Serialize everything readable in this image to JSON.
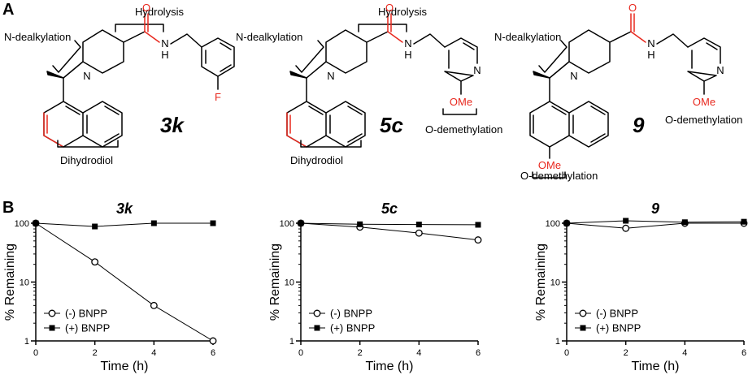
{
  "panel_a": {
    "letter": "A",
    "structures": [
      {
        "compound": "3k",
        "labels": {
          "hydrolysis": "Hydrolysis",
          "ndealk": "N-dealkylation",
          "diol": "Dihydrodiol"
        },
        "atoms": {
          "n_pip": "N",
          "o_amide": "O",
          "n_amide": "N",
          "h_amide": "H",
          "f": "F"
        }
      },
      {
        "compound": "5c",
        "labels": {
          "hydrolysis": "Hydrolysis",
          "ndealk": "N-dealkylation",
          "diol": "Dihydrodiol",
          "odem": "O-demethylation"
        },
        "atoms": {
          "n_pip": "N",
          "o_amide": "O",
          "n_amide": "N",
          "h_amide": "H",
          "n_pyr": "N",
          "ome": "OMe"
        }
      },
      {
        "compound": "9",
        "labels": {
          "ndealk": "N-dealkylation",
          "odem_pyr": "O-demethylation",
          "odem_nap": "O-demethylation"
        },
        "atoms": {
          "n_pip": "N",
          "o_amide": "O",
          "n_amide": "N",
          "h_amide": "H",
          "n_pyr": "N",
          "ome_pyr": "OMe",
          "ome_nap": "OMe"
        }
      }
    ]
  },
  "panel_b": {
    "letter": "B"
  },
  "colors": {
    "red": "#e8281e",
    "black": "#000000"
  },
  "chart_data": [
    {
      "type": "line",
      "title": "3k",
      "xlabel": "Time (h)",
      "ylabel": "% Remaining",
      "yscale": "log",
      "xlim": [
        0,
        6
      ],
      "ylim": [
        1,
        100
      ],
      "xticks": [
        "0",
        "2",
        "4",
        "6"
      ],
      "yticks": [
        "1",
        "10",
        "100"
      ],
      "legend": [
        "(-) BNPP",
        "(+) BNPP"
      ],
      "legend_position": "bottom-left",
      "series": [
        {
          "name": "(-) BNPP",
          "marker": "open-circle",
          "x": [
            0,
            2,
            4,
            6
          ],
          "y": [
            100,
            22,
            4,
            1
          ]
        },
        {
          "name": "(+) BNPP",
          "marker": "filled-square",
          "x": [
            0,
            2,
            4,
            6
          ],
          "y": [
            100,
            88,
            100,
            100
          ]
        }
      ]
    },
    {
      "type": "line",
      "title": "5c",
      "xlabel": "Time (h)",
      "ylabel": "% Remaining",
      "yscale": "log",
      "xlim": [
        0,
        6
      ],
      "ylim": [
        1,
        100
      ],
      "xticks": [
        "0",
        "2",
        "4",
        "6"
      ],
      "yticks": [
        "1",
        "10",
        "100"
      ],
      "legend": [
        "(-) BNPP",
        "(+) BNPP"
      ],
      "legend_position": "bottom-left",
      "series": [
        {
          "name": "(-) BNPP",
          "marker": "open-circle",
          "x": [
            0,
            2,
            4,
            6
          ],
          "y": [
            100,
            86,
            68,
            52
          ]
        },
        {
          "name": "(+) BNPP",
          "marker": "filled-square",
          "x": [
            0,
            2,
            4,
            6
          ],
          "y": [
            100,
            96,
            95,
            94
          ]
        }
      ]
    },
    {
      "type": "line",
      "title": "9",
      "xlabel": "Time (h)",
      "ylabel": "% Remaining",
      "yscale": "log",
      "xlim": [
        0,
        6
      ],
      "ylim": [
        1,
        100
      ],
      "xticks": [
        "0",
        "2",
        "4",
        "6"
      ],
      "yticks": [
        "1",
        "10",
        "100"
      ],
      "legend": [
        "(-) BNPP",
        "(+) BNPP"
      ],
      "legend_position": "bottom-left",
      "series": [
        {
          "name": "(-) BNPP",
          "marker": "open-circle",
          "x": [
            0,
            2,
            4,
            6
          ],
          "y": [
            100,
            82,
            100,
            100
          ]
        },
        {
          "name": "(+) BNPP",
          "marker": "filled-square",
          "x": [
            0,
            2,
            4,
            6
          ],
          "y": [
            100,
            110,
            104,
            106
          ]
        }
      ]
    }
  ]
}
